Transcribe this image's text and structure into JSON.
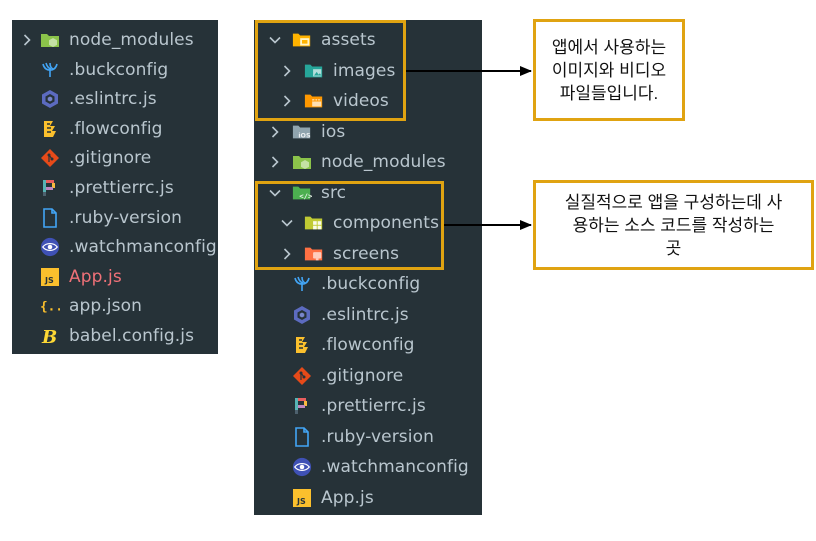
{
  "left_panel": {
    "items": [
      {
        "label": "node_modules",
        "icon": "folder-node-icon",
        "chevron": "right"
      },
      {
        "label": ".buckconfig",
        "icon": "buck-icon"
      },
      {
        "label": ".eslintrc.js",
        "icon": "eslint-icon"
      },
      {
        "label": ".flowconfig",
        "icon": "flow-icon"
      },
      {
        "label": ".gitignore",
        "icon": "git-icon"
      },
      {
        "label": ".prettierrc.js",
        "icon": "prettier-icon"
      },
      {
        "label": ".ruby-version",
        "icon": "file-icon"
      },
      {
        "label": ".watchmanconfig",
        "icon": "watchman-icon"
      },
      {
        "label": "App.js",
        "icon": "js-icon",
        "highlight": true
      },
      {
        "label": "app.json",
        "icon": "json-icon"
      },
      {
        "label": "babel.config.js",
        "icon": "babel-icon"
      }
    ]
  },
  "right_panel": {
    "items": [
      {
        "label": "assets",
        "icon": "folder-assets-icon",
        "chevron": "down",
        "depth": 0
      },
      {
        "label": "images",
        "icon": "folder-images-icon",
        "chevron": "right",
        "depth": 1
      },
      {
        "label": "videos",
        "icon": "folder-videos-icon",
        "chevron": "right",
        "depth": 1
      },
      {
        "label": "ios",
        "icon": "folder-ios-icon",
        "chevron": "right",
        "depth": 0
      },
      {
        "label": "node_modules",
        "icon": "folder-node-icon",
        "chevron": "right",
        "depth": 0
      },
      {
        "label": "src",
        "icon": "folder-src-icon",
        "chevron": "down",
        "depth": 0
      },
      {
        "label": "components",
        "icon": "folder-components-icon",
        "chevron": "down",
        "depth": 1
      },
      {
        "label": "screens",
        "icon": "folder-screens-icon",
        "chevron": "right",
        "depth": 1
      },
      {
        "label": ".buckconfig",
        "icon": "buck-icon",
        "depth": 0
      },
      {
        "label": ".eslintrc.js",
        "icon": "eslint-icon",
        "depth": 0
      },
      {
        "label": ".flowconfig",
        "icon": "flow-icon",
        "depth": 0
      },
      {
        "label": ".gitignore",
        "icon": "git-icon",
        "depth": 0
      },
      {
        "label": ".prettierrc.js",
        "icon": "prettier-icon",
        "depth": 0
      },
      {
        "label": ".ruby-version",
        "icon": "file-icon",
        "depth": 0
      },
      {
        "label": ".watchmanconfig",
        "icon": "watchman-icon",
        "depth": 0
      },
      {
        "label": "App.js",
        "icon": "js-icon",
        "depth": 0
      }
    ]
  },
  "callouts": {
    "assets": "앱에서 사용하는\n이미지와 비디오\n파일들입니다.",
    "src": "실질적으로 앱을 구성하는데 사\n용하는 소스 코드를 작성하는\n곳"
  },
  "colors": {
    "panel_bg": "#263238",
    "text": "#b9c6ce",
    "highlight_text": "#f07178",
    "box_border": "#e0a311",
    "arrow": "#000000"
  }
}
